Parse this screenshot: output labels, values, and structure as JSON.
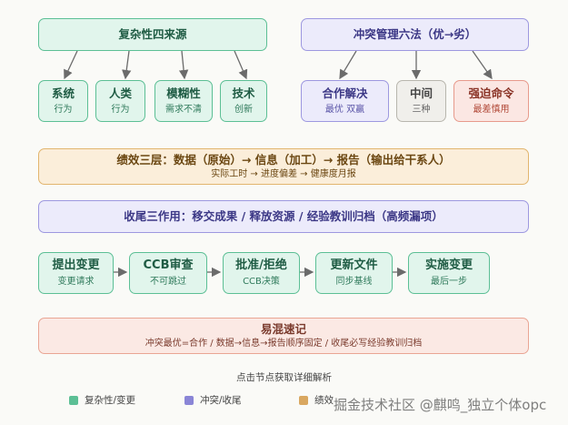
{
  "complexity": {
    "title": "复杂性四来源",
    "items": [
      {
        "title": "系统",
        "sub": "行为"
      },
      {
        "title": "人类",
        "sub": "行为"
      },
      {
        "title": "模糊性",
        "sub": "需求不清"
      },
      {
        "title": "技术",
        "sub": "创新"
      }
    ]
  },
  "conflict": {
    "title": "冲突管理六法（优→劣）",
    "items": [
      {
        "title": "合作解决",
        "sub": "最优 双赢"
      },
      {
        "title": "中间",
        "sub": "三种"
      },
      {
        "title": "强迫命令",
        "sub": "最差慎用"
      }
    ]
  },
  "performance": {
    "title": "绩效三层：数据（原始）→ 信息（加工）→ 报告（输出给干系人）",
    "sub": "实际工时 → 进度偏差 → 健康度月报"
  },
  "closing": {
    "title": "收尾三作用：移交成果 / 释放资源 / 经验教训归档（高频漏项）"
  },
  "change_flow": [
    {
      "title": "提出变更",
      "sub": "变更请求"
    },
    {
      "title": "CCB审查",
      "sub": "不可跳过"
    },
    {
      "title": "批准/拒绝",
      "sub": "CCB决策"
    },
    {
      "title": "更新文件",
      "sub": "同步基线"
    },
    {
      "title": "实施变更",
      "sub": "最后一步"
    }
  ],
  "memo": {
    "title": "易混速记",
    "sub": "冲突最优=合作 / 数据→信息→报告顺序固定 / 收尾必写经验教训归档"
  },
  "caption": "点击节点获取详细解析",
  "legend": [
    {
      "label": "复杂性/变更",
      "color": "#5cbf95"
    },
    {
      "label": "冲突/收尾",
      "color": "#8a85d6"
    },
    {
      "label": "绩效",
      "color": "#d9a760"
    }
  ],
  "watermark": "掘金技术社区 @麒鸣_独立个体opc"
}
